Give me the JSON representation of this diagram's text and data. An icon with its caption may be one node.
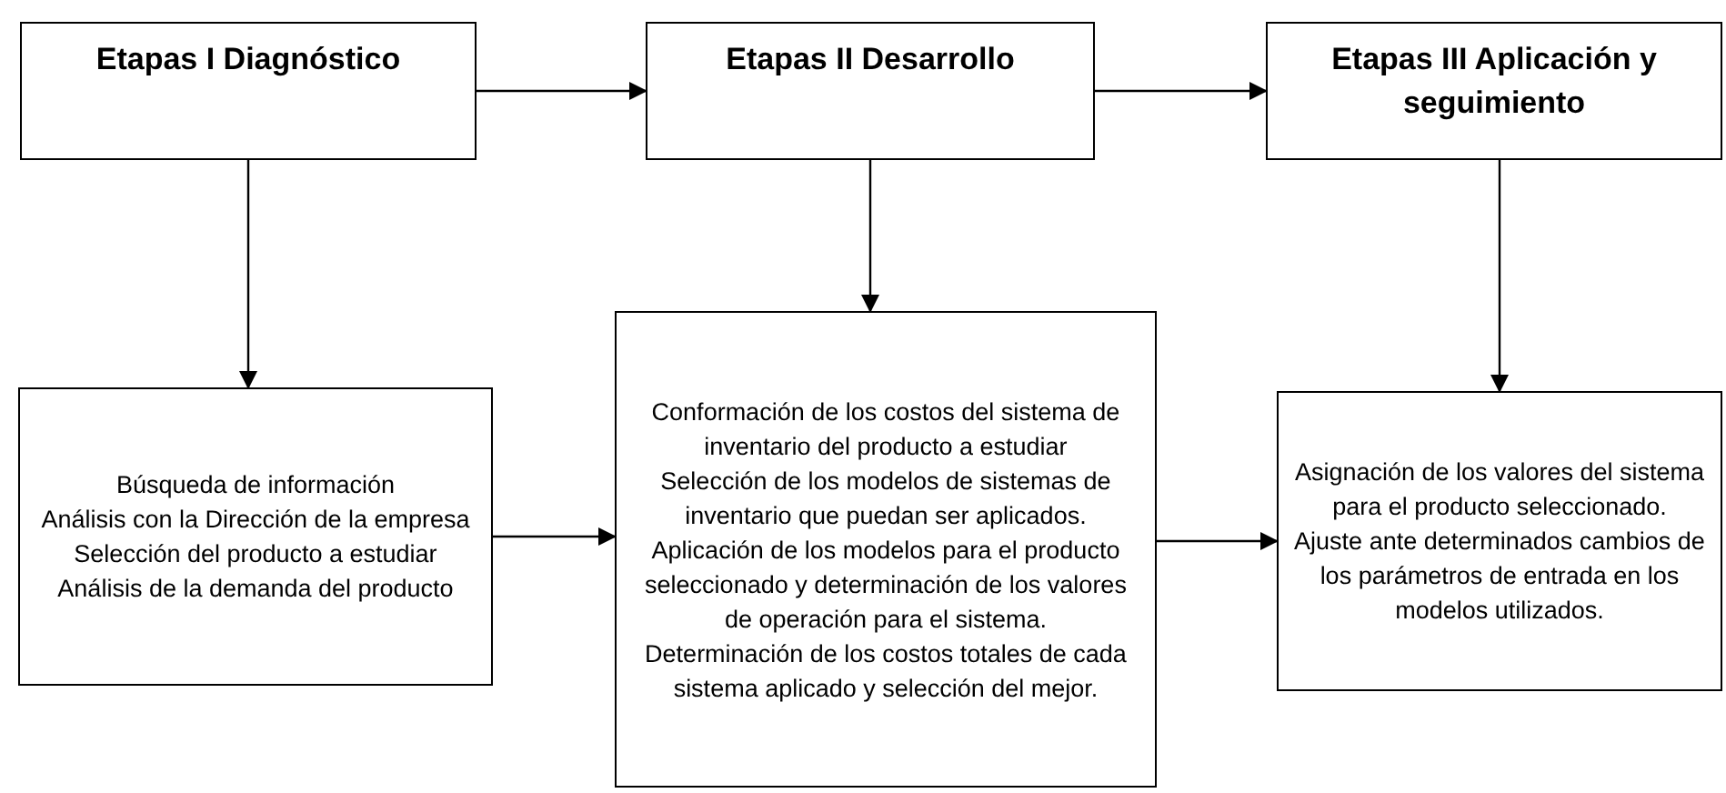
{
  "diagram": {
    "nodes": [
      {
        "text": [
          "Etapas I Diagnóstico"
        ]
      },
      {
        "text": [
          "Etapas II Desarrollo"
        ]
      },
      {
        "text": [
          "Etapas III Aplicación y seguimiento"
        ]
      },
      {
        "text": [
          "Búsqueda de información",
          "Análisis con la Dirección de la empresa",
          "Selección del producto a estudiar",
          "Análisis de la demanda del producto"
        ]
      },
      {
        "text": [
          "Conformación de los costos del sistema de inventario del producto a estudiar",
          "Selección de los modelos de sistemas de inventario que puedan ser aplicados.",
          "Aplicación de los modelos para el producto seleccionado y determinación de los valores de operación para el sistema.",
          "Determinación de los costos totales de cada sistema aplicado y selección del mejor."
        ]
      },
      {
        "text": [
          "Asignación de los valores del sistema para el producto seleccionado.",
          "Ajuste ante determinados cambios de los parámetros de entrada en los modelos utilizados."
        ]
      }
    ],
    "edges": [
      {
        "from": 0,
        "to": 1,
        "arrow": "to"
      },
      {
        "from": 1,
        "to": 2,
        "arrow": "to"
      },
      {
        "from": 0,
        "to": 3,
        "arrow": "to"
      },
      {
        "from": 1,
        "to": 4,
        "arrow": "to"
      },
      {
        "from": 2,
        "to": 5,
        "arrow": "to"
      },
      {
        "from": 3,
        "to": 4,
        "arrow": "to"
      },
      {
        "from": 4,
        "to": 5,
        "arrow": "to"
      }
    ]
  }
}
